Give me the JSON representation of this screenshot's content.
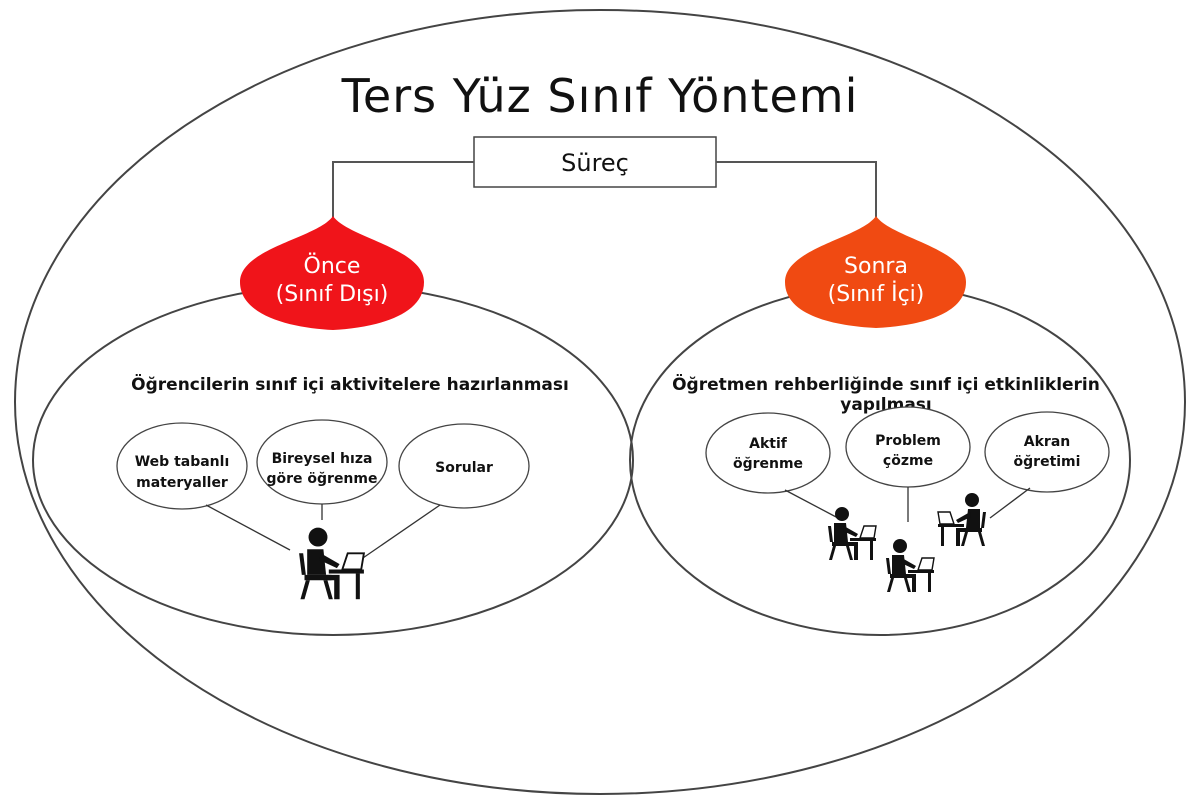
{
  "title": "Ters Yüz Sınıf Yöntemi",
  "process": "Süreç",
  "before": {
    "line1": "Önce",
    "line2": "(Sınıf Dışı)",
    "color": "#f0141a",
    "description": "Öğrencilerin sınıf içi aktivitelere hazırlanması",
    "items": [
      {
        "line1": "Web tabanlı",
        "line2": "materyaller"
      },
      {
        "line1": "Bireysel hıza",
        "line2": "göre öğrenme"
      },
      {
        "line1": "Sorular",
        "line2": ""
      }
    ]
  },
  "after": {
    "line1": "Sonra",
    "line2": "(Sınıf İçi)",
    "color": "#f04a12",
    "description_line1": "Öğretmen rehberliğinde sınıf içi etkinliklerin",
    "description_line2": "yapılması",
    "items": [
      {
        "line1": "Aktif",
        "line2": "öğrenme"
      },
      {
        "line1": "Problem",
        "line2": "çözme"
      },
      {
        "line1": "Akran",
        "line2": "öğretimi"
      }
    ]
  },
  "icons": [
    "student-at-laptop-icon"
  ]
}
